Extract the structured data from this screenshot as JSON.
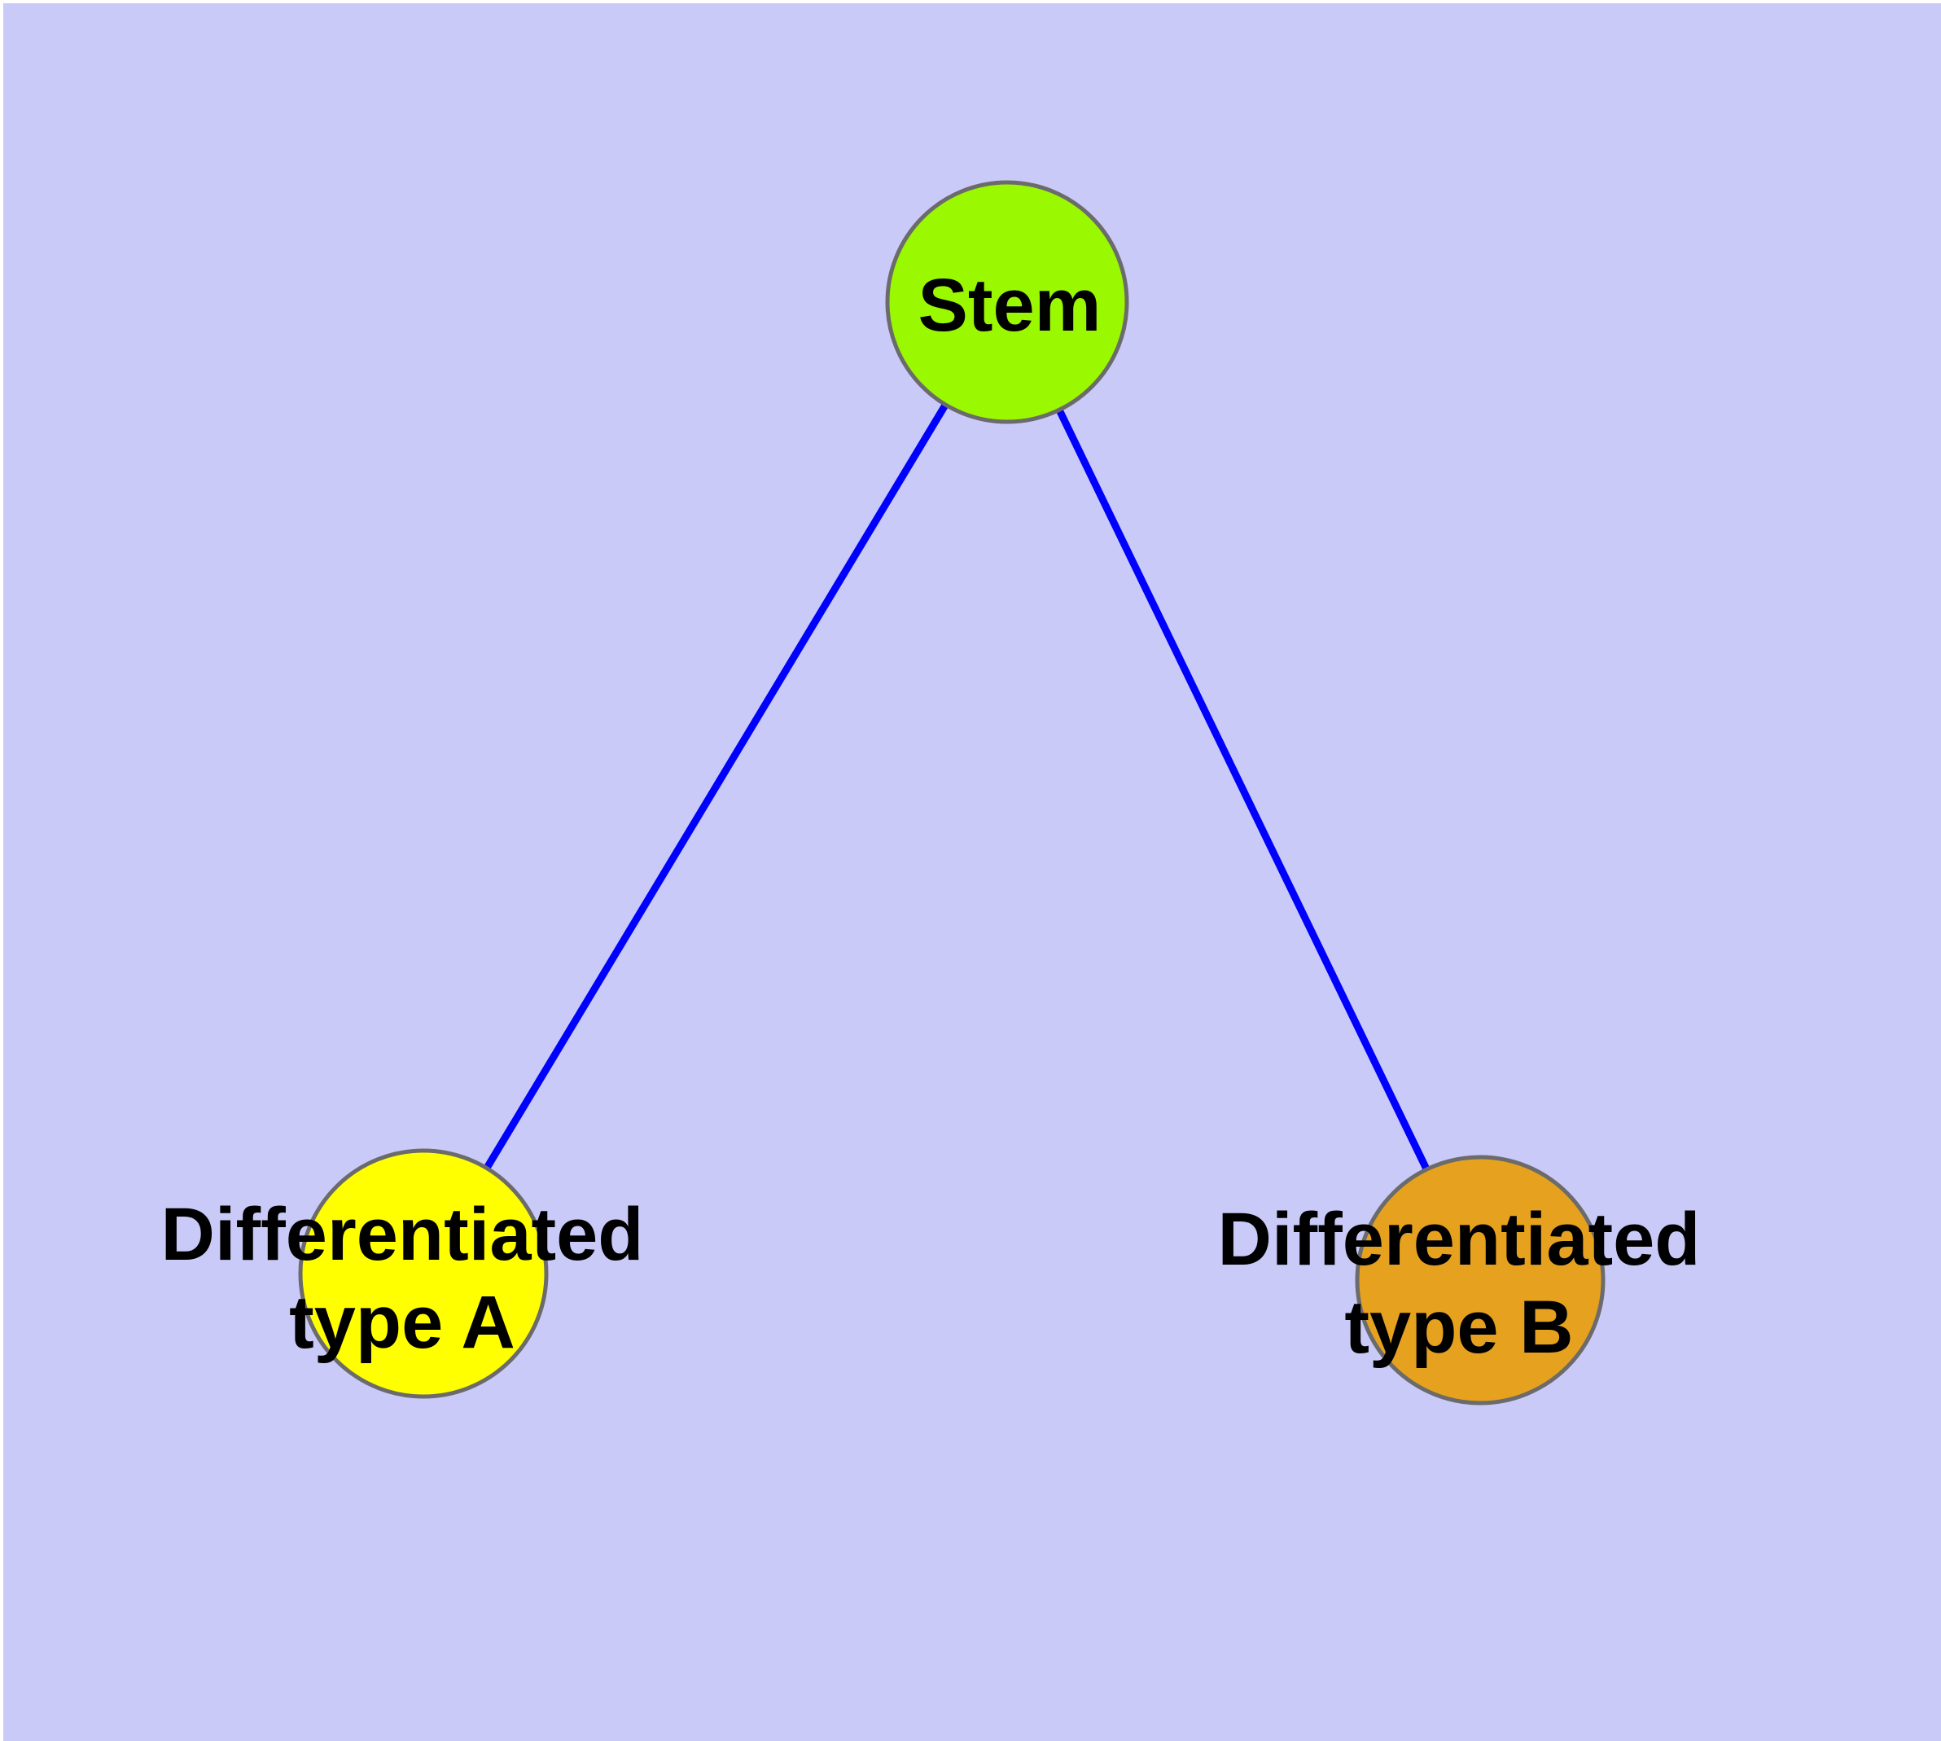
{
  "diagram": {
    "type": "node-link-graph",
    "background_color": "#CACAF8",
    "margin_color": "#FFFFFF",
    "edge_color": "#0000FF",
    "node_border_color": "#6B6B6B",
    "label_color": "#000000",
    "nodes": [
      {
        "id": "stem",
        "label": "Stem",
        "line1": "Stem",
        "line2": "",
        "fill": "#9AF800"
      },
      {
        "id": "differentiated-type-a",
        "label": "Differentiated type A",
        "line1": "Differentiated",
        "line2": "type A",
        "fill": "#FFFF00"
      },
      {
        "id": "differentiated-type-b",
        "label": "Differentiated type B",
        "line1": "Differentiated",
        "line2": "type B",
        "fill": "#E6A11F"
      }
    ],
    "edges": [
      {
        "from": "Stem",
        "to": "Differentiated type A"
      },
      {
        "from": "Stem",
        "to": "Differentiated type B"
      }
    ]
  }
}
